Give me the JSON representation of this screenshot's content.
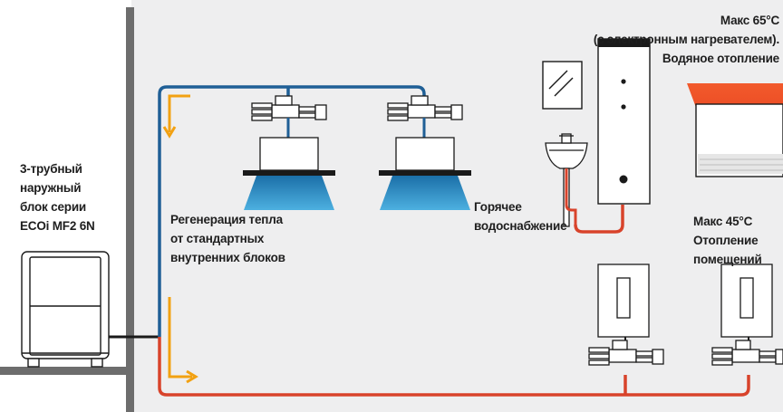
{
  "outdoor_unit": {
    "line1": "3-трубный",
    "line2": "наружный",
    "line3": "блок серии",
    "line4": "ECOi MF2 6N"
  },
  "heat_recovery": {
    "line1": "Регенерация тепла",
    "line2": "от стандартных",
    "line3": "внутренних блоков"
  },
  "hot_water": {
    "line1": "Горячее",
    "line2": "водоснабжение"
  },
  "water_heating_top": {
    "line1": "Макс 65°C",
    "line2": "(с электронным нагревателем).",
    "line3": "Водяное отопление"
  },
  "space_heating": {
    "line1": "Макс 45°C",
    "line2": "Отопление",
    "line3": "помещений"
  },
  "colors": {
    "background_panel": "#eeeeef",
    "wall": "#6d6d6d",
    "pipe_blue": "#1f5f96",
    "pipe_red": "#d8432b",
    "arrow_orange": "#f2a112",
    "airflow_blue": "#1e7fb6",
    "heater_glow": "#f0532a",
    "line_dark": "#1a1a1a"
  }
}
